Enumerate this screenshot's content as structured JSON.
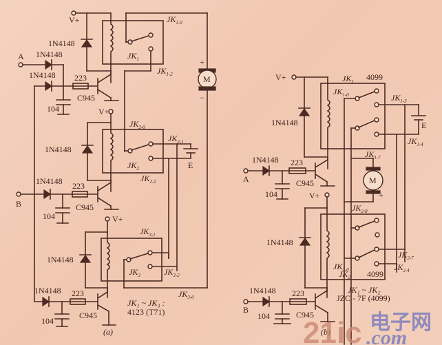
{
  "figure": {
    "circuit_a": {
      "caption": "(a)",
      "supply_label": "V+",
      "inputs": [
        "A",
        "B"
      ],
      "diode_label": "1N4148",
      "resistor_label": "223",
      "capacitor_label": "104",
      "transistor_label": "C945",
      "motor_label": "M",
      "motor_plus": "+",
      "motor_minus": "−",
      "battery_label": "E",
      "relays": [
        {
          "name": "JK",
          "sub": "1",
          "contacts": [
            {
              "name": "JK",
              "sub": "1-0"
            },
            {
              "name": "JK",
              "sub": "1-2"
            }
          ]
        },
        {
          "name": "JK",
          "sub": "2",
          "contacts": [
            {
              "name": "JK",
              "sub": "2-0"
            },
            {
              "name": "JK",
              "sub": "2-1"
            },
            {
              "name": "JK",
              "sub": "2-2"
            }
          ]
        },
        {
          "name": "JK",
          "sub": "3",
          "contacts": [
            {
              "name": "JK",
              "sub": "3-1"
            },
            {
              "name": "JK",
              "sub": "3-2"
            },
            {
              "name": "JK",
              "sub": "3-0"
            }
          ]
        }
      ],
      "note_line1": "JK₁ ~ JK₃ :",
      "note_line2": "4123 (T71)"
    },
    "circuit_b": {
      "caption": "(b)",
      "supply_label": "V+",
      "inputs": [
        "A",
        "B"
      ],
      "diode_label": "1N4148",
      "resistor_label": "223",
      "capacitor_label": "104",
      "transistor_label": "C945",
      "motor_label": "M",
      "motor_plus": "+",
      "battery_label": "E",
      "relays": [
        {
          "name": "JK",
          "sub": "1",
          "model": "4099",
          "contacts": [
            {
              "name": "JK",
              "sub": "1-0"
            },
            {
              "name": "JK",
              "sub": "1-3"
            },
            {
              "name": "JK",
              "sub": "1-4"
            },
            {
              "name": "JK",
              "sub": "1-7"
            }
          ]
        },
        {
          "name": "JK",
          "sub": "2",
          "model": "4099",
          "contacts": [
            {
              "name": "JK",
              "sub": "2-8"
            },
            {
              "name": "JK",
              "sub": "2-0"
            },
            {
              "name": "JK",
              "sub": "2-7"
            },
            {
              "name": "JK",
              "sub": "2-4"
            }
          ]
        }
      ],
      "note_line1": "JK₁ ~ JK₂",
      "note_line2": "JZC - 7F (4099)"
    },
    "watermark": {
      "left": "21ic",
      "right_top": "电子网",
      "right_bottom": ".com"
    }
  }
}
